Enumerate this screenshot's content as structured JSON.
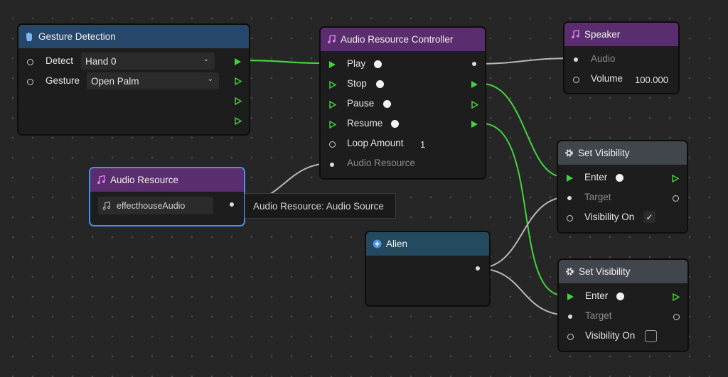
{
  "nodes": {
    "gesture_detection": {
      "title": "Gesture Detection",
      "detect_label": "Detect",
      "detect_value": "Hand 0",
      "gesture_label": "Gesture",
      "gesture_value": "Open Palm"
    },
    "audio_controller": {
      "title": "Audio Resource Controller",
      "play_label": "Play",
      "stop_label": "Stop",
      "pause_label": "Pause",
      "resume_label": "Resume",
      "loop_label": "Loop Amount",
      "loop_value": "1",
      "resource_label": "Audio Resource"
    },
    "speaker": {
      "title": "Speaker",
      "audio_label": "Audio",
      "volume_label": "Volume",
      "volume_value": "100.000"
    },
    "audio_resource": {
      "title": "Audio Resource",
      "file_value": "effecthouseAudio",
      "tooltip": "Audio Resource: Audio Source"
    },
    "set_visibility_1": {
      "title": "Set Visibility",
      "enter_label": "Enter",
      "target_label": "Target",
      "visibility_label": "Visibility On",
      "visibility_checked": true
    },
    "set_visibility_2": {
      "title": "Set Visibility",
      "enter_label": "Enter",
      "target_label": "Target",
      "visibility_label": "Visibility On",
      "visibility_checked": false
    },
    "alien": {
      "title": "Alien"
    }
  },
  "colors": {
    "canvas": "#262626",
    "exec_wire": "#46d13f",
    "data_wire": "#b8b8b8",
    "header_purple": "#5a2d6e",
    "header_blue": "#26476a",
    "header_teal": "#234a5e",
    "header_gray": "#41464c",
    "selection": "#4d8fe6"
  },
  "icons": {
    "gesture": "hand-icon",
    "audio": "music-note-icon",
    "settings": "gear-icon",
    "object": "plus-circle-icon"
  }
}
